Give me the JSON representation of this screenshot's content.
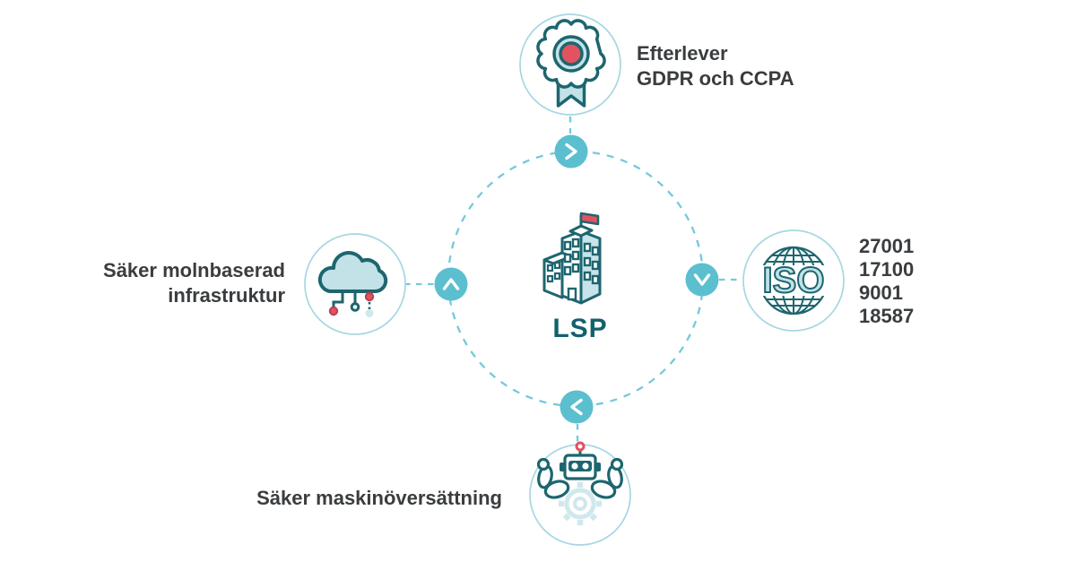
{
  "center": {
    "label": "LSP",
    "icon": "building-with-flag-icon"
  },
  "satellites": {
    "top": {
      "icon": "award-ribbon-icon",
      "lines": [
        "Efterlever",
        "GDPR och CCPA"
      ]
    },
    "right": {
      "icon": "iso-globe-icon",
      "icon_text": "ISO",
      "lines": [
        "27001",
        "17100",
        "9001",
        "18587"
      ]
    },
    "bottom": {
      "icon": "robot-strength-icon",
      "lines": [
        "Säker maskinöversättning"
      ]
    },
    "left": {
      "icon": "cloud-network-icon",
      "lines": [
        "Säker molnbaserad",
        "infrastruktur"
      ]
    }
  },
  "cycle_nodes": {
    "top": "chevron-right",
    "right": "chevron-down",
    "bottom": "chevron-left",
    "left": "chevron-up"
  },
  "colors": {
    "dark_teal_outline": "#1d666f",
    "light_teal_fill": "#c2e2e8",
    "node_teal": "#5cbfcf",
    "dash_blue": "#74c9db",
    "satellite_circle_stroke": "#a6d7e2",
    "accent_red": "#e4525f",
    "text": "#3a3d3f",
    "lsp_text": "#13616d"
  }
}
